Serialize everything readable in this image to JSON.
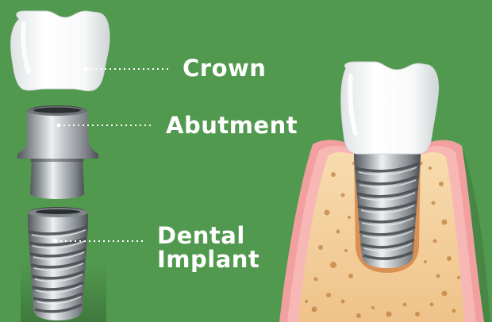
{
  "labels": {
    "crown": "Crown",
    "abutment": "Abutment",
    "implant_line1": "Dental",
    "implant_line2": "Implant"
  },
  "colors": {
    "background": "#51994e",
    "crown": "#ffffff",
    "metal": "#9aa0a4",
    "bone": "#f3cf9e",
    "gum": "#f3a4a2",
    "bone_spots": "#c1813d",
    "leader_dots": "#ffffff"
  }
}
